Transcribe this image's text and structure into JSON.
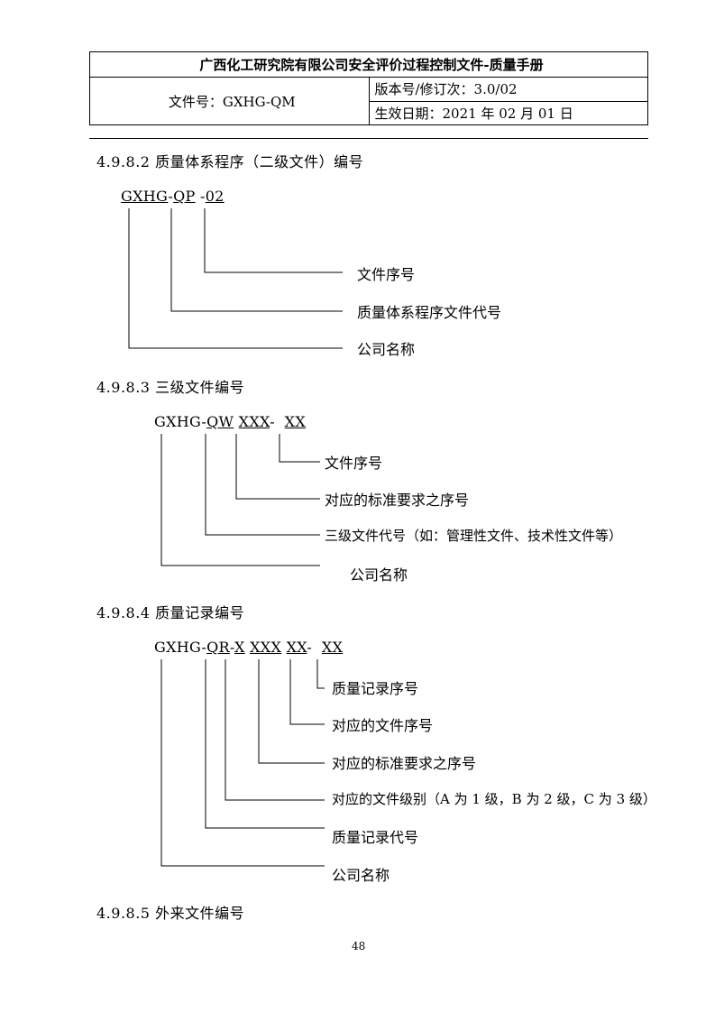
{
  "header": {
    "title": "广西化工研究院有限公司安全评价过程控制文件-质量手册",
    "doc_no": "文件号：GXHG-QM",
    "version": "版本号/修订次：3.0/02",
    "effective_date": "生效日期：2021 年 02 月 01 日"
  },
  "sec_4982": {
    "heading": "4.9.8.2 质量体系程序（二级文件）编号",
    "code": {
      "p1": "GXHG",
      "p2": "-",
      "p3": "QP",
      "p4": " -",
      "p5": "02"
    },
    "labels": [
      "文件序号",
      "质量体系程序文件代号",
      "公司名称"
    ]
  },
  "sec_4983": {
    "heading": "4.9.8.3  三级文件编号",
    "code": {
      "p1": "GXHG-",
      "p2": "QW",
      "p3": " ",
      "p4": "XXX",
      "p5": "-  ",
      "p6": "XX"
    },
    "labels": [
      "文件序号",
      "对应的标准要求之序号",
      "三级文件代号（如：管理性文件、技术性文件等）",
      "公司名称"
    ]
  },
  "sec_4984": {
    "heading": "4.9.8.4 质量记录编号",
    "code": {
      "p1": "GXHG-",
      "p2": "QR",
      "p3": "-",
      "p4": "X",
      "p5": " ",
      "p6": "XXX",
      "p7": " ",
      "p8": "XX",
      "p9": "-  ",
      "p10": "XX"
    },
    "labels": [
      "质量记录序号",
      "对应的文件序号",
      "对应的标准要求之序号",
      "对应的文件级别（A 为 1 级，B 为 2 级，C 为 3 级）",
      "质量记录代号",
      "公司名称"
    ]
  },
  "sec_4985": {
    "heading": "4.9.8.5 外来文件编号"
  },
  "page_number": "48"
}
